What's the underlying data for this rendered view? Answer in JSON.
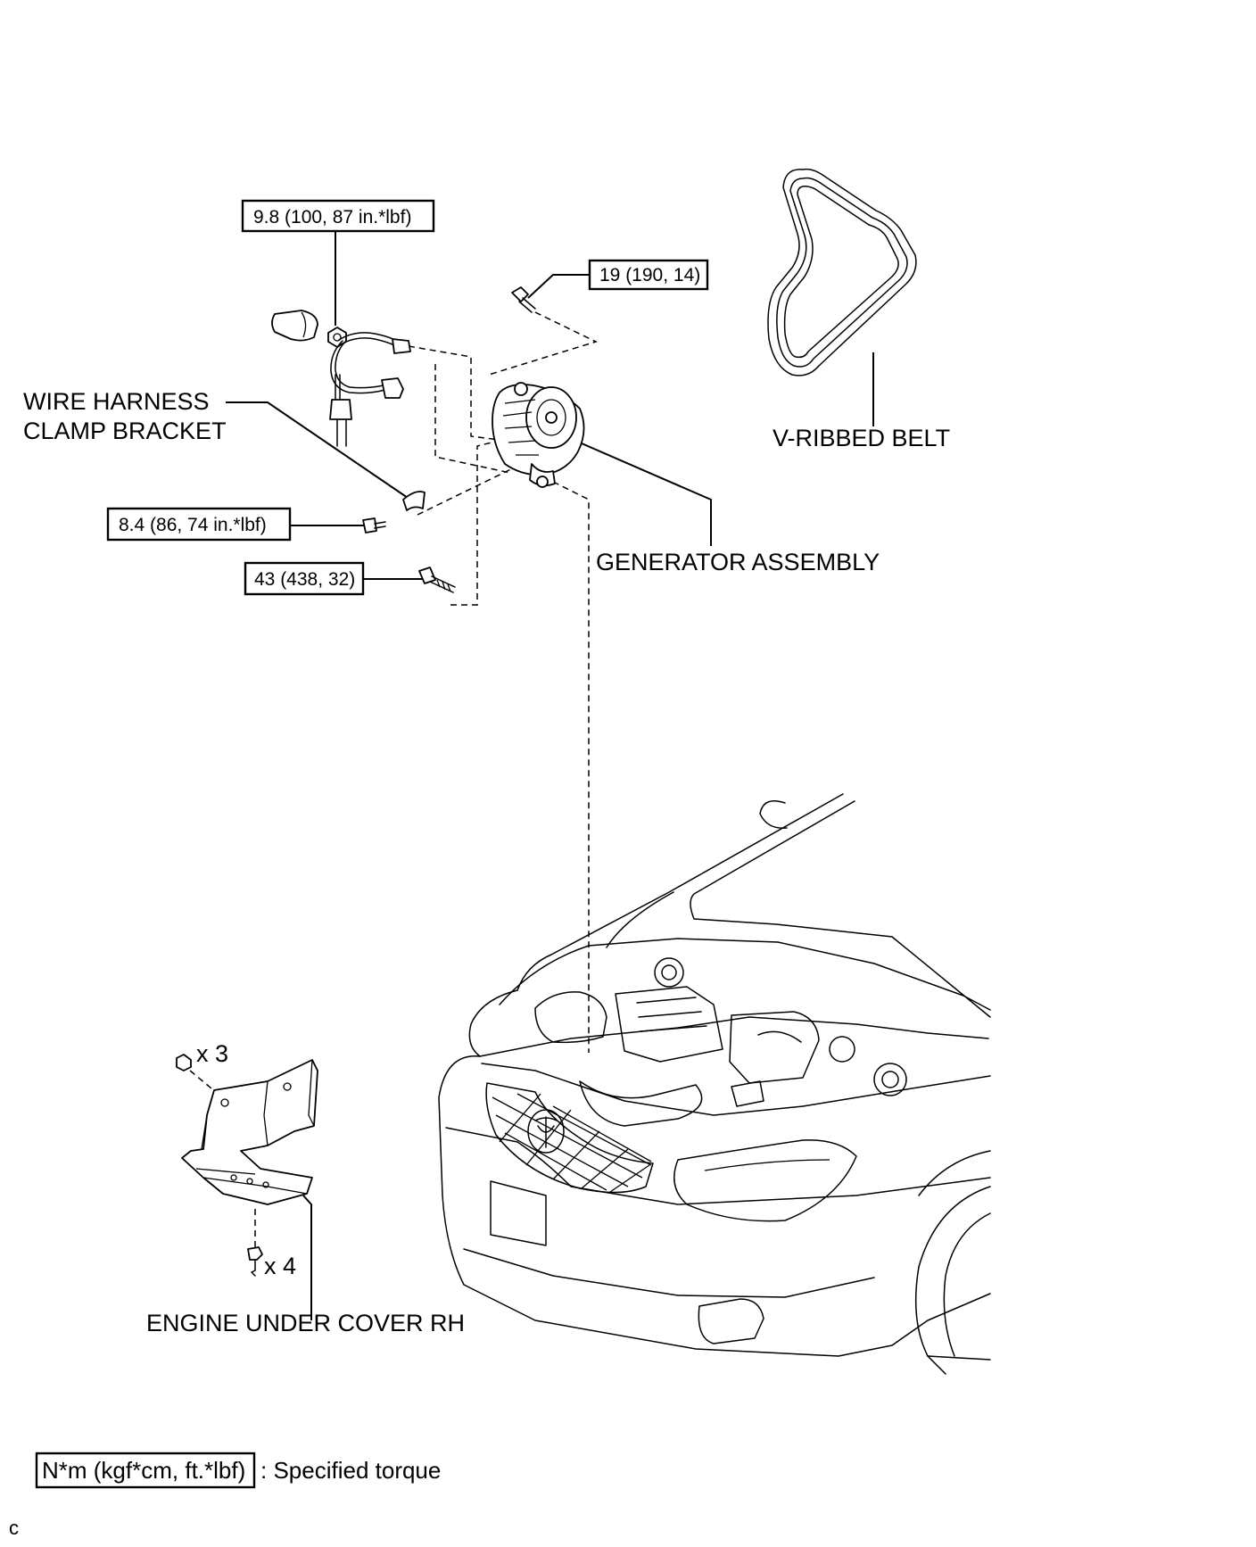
{
  "torque_specs": {
    "wire_harness_nut": "9.8 (100, 87 in.*lbf)",
    "generator_upper_bolt": "19 (190, 14)",
    "bracket_bolt": "8.4 (86, 74 in.*lbf)",
    "generator_lower_bolt": "43 (438, 32)"
  },
  "parts": {
    "wire_harness_clamp_bracket_line1": "WIRE HARNESS",
    "wire_harness_clamp_bracket_line2": "CLAMP BRACKET",
    "generator_assembly": "GENERATOR ASSEMBLY",
    "v_ribbed_belt": "V-RIBBED BELT",
    "engine_under_cover_rh": "ENGINE UNDER COVER RH"
  },
  "quantities": {
    "cover_top_bolts": "x 3",
    "cover_bottom_bolts": "x 4"
  },
  "legend": {
    "unit_box": "N*m (kgf*cm, ft.*lbf)",
    "description": ": Specified torque"
  },
  "corner_code": "c"
}
